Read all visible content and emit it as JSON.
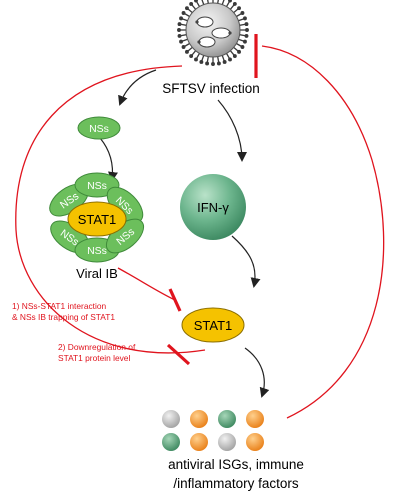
{
  "labels": {
    "infection": "SFTSV infection",
    "nss_free": "NSs",
    "ifn": "IFN-γ",
    "stat1_ib": "STAT1",
    "viral_ib": "Viral IB",
    "stat1_free": "STAT1",
    "nss_ib": [
      "NSs",
      "NSs",
      "NSs",
      "NSs",
      "NSs",
      "NSs"
    ],
    "mechanism_1_line1": "1) NSs-STAT1 interaction",
    "mechanism_1_line2": "& NSs IB trapping of STAT1",
    "mechanism_2_line1": "2) Downregulation of",
    "mechanism_2_line2": "STAT1 protein level",
    "output_line1": "antiviral ISGs, immune",
    "output_line2": "/inflammatory factors"
  },
  "colors": {
    "inhibition_red": "#e0141e",
    "nss_green": "#6cbf5c",
    "ifn_green": "#5aaa82",
    "stat1_yellow": "#f5c200",
    "factor_grey": "#bdbdbd",
    "factor_orange": "#f2932a",
    "factor_green": "#4f9a70"
  },
  "factor_dots": [
    "grey",
    "orange",
    "green",
    "orange",
    "green",
    "orange",
    "grey",
    "orange"
  ]
}
